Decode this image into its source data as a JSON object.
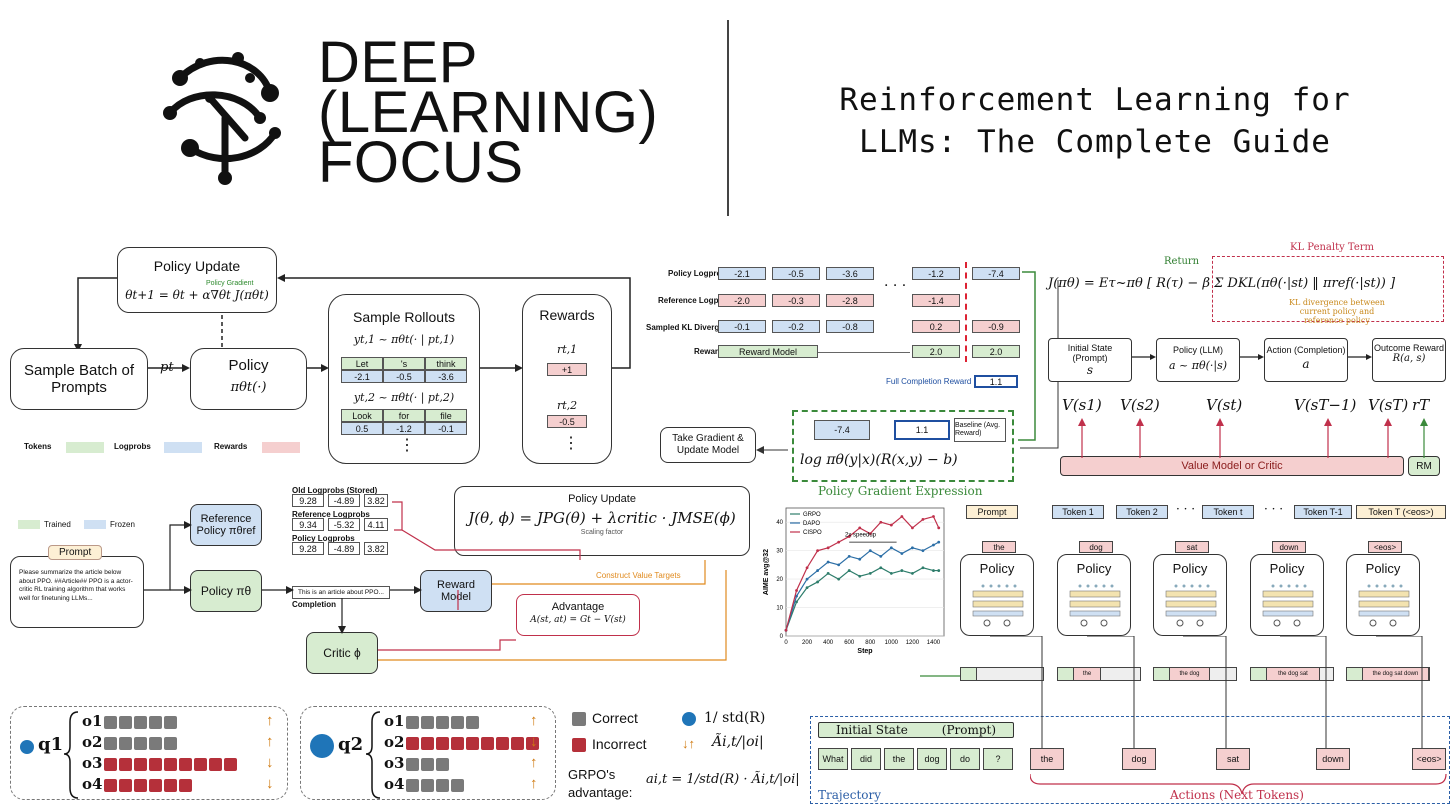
{
  "brand": {
    "line1": "DEEP",
    "line2": "(LEARNING)",
    "line3": "FOCUS"
  },
  "title": {
    "line1": "Reinforcement Learning for",
    "line2": "LLMs: The Complete Guide"
  },
  "rl_loop": {
    "policy_update_title": "Policy Update",
    "policy_gradient_label": "Policy Gradient",
    "policy_update_formula": "θt+1 = θt + α∇θt J(πθt)",
    "sample_batch": "Sample Batch of Prompts",
    "pt": "pt",
    "policy_title": "Policy",
    "policy_formula": "πθt(·)",
    "sample_rollouts": "Sample Rollouts",
    "rollout1_formula": "yt,1 ~ πθt(· | pt,1)",
    "rollout1_tokens": [
      "Let",
      "'s",
      "think"
    ],
    "rollout1_logprobs": [
      "-2.1",
      "-0.5",
      "-3.6"
    ],
    "rollout2_formula": "yt,2 ~ πθt(· | pt,2)",
    "rollout2_tokens": [
      "Look",
      "for",
      "file"
    ],
    "rollout2_logprobs": [
      "0.5",
      "-1.2",
      "-0.1"
    ],
    "rewards_title": "Rewards",
    "r1_label": "rt,1",
    "r1_value": "+1",
    "r2_label": "rt,2",
    "r2_value": "-0.5",
    "legend": {
      "tokens": "Tokens",
      "logprobs": "Logprobs",
      "rewards": "Rewards"
    }
  },
  "kl_table": {
    "rows": [
      "Policy Logprobs",
      "Reference Logprobs",
      "Sampled KL Divergence",
      "Reward"
    ],
    "policy": [
      "-2.1",
      "-0.5",
      "-3.6",
      "-1.2",
      "-7.4"
    ],
    "reference": [
      "-2.0",
      "-0.3",
      "-2.8",
      "-1.4"
    ],
    "kl": [
      "-0.1",
      "-0.2",
      "-0.8",
      "0.2",
      "-0.9"
    ],
    "reward_model": "Reward Model",
    "reward_vals": [
      "2.0",
      "2.0"
    ],
    "full_completion_reward_label": "Full Completion Reward",
    "full_completion_reward": "1.1",
    "take_gradient": "Take Gradient & Update Model",
    "pg_logprob": "-7.4",
    "pg_reward": "1.1",
    "pg_baseline": "Baseline (Avg. Reward)",
    "pg_formula": "log πθ(y|x)(R(x,y) − b)",
    "pg_caption": "Policy Gradient Expression"
  },
  "objective": {
    "formula": "J(πθ) = Eτ~πθ [ R(τ) − β Σ DKL(πθ(·|st) ‖ πref(·|st)) ]",
    "return_label": "Return",
    "kl_title": "KL Penalty Term",
    "kl_note": "KL divergence between current policy and reference policy"
  },
  "mdp": {
    "state": "Initial State (Prompt)",
    "state_sym": "s",
    "policy": "Policy (LLM)",
    "policy_sym": "a ~ πθ(·|s)",
    "action": "Action (Completion)",
    "action_sym": "a",
    "reward": "Outcome Reward",
    "reward_sym": "R(a, s)"
  },
  "ppo": {
    "legend_trained": "Trained",
    "legend_frozen": "Frozen",
    "prompt_label": "Prompt",
    "prompt_text": "Please summarize the article below about PPO. ##Article## PPO is a actor-critic RL training algorithm that works well for finetuning LLMs...",
    "reference_policy": "Reference Policy πθref",
    "policy": "Policy πθ",
    "old_logprobs": "Old Logprobs (Stored)",
    "old_vals": [
      "9.28",
      "-4.89",
      "3.82"
    ],
    "ref_logprobs": "Reference Logprobs",
    "ref_vals": [
      "9.34",
      "-5.32",
      "4.11"
    ],
    "pol_logprobs": "Policy Logprobs",
    "pol_vals": [
      "9.28",
      "-4.89",
      "3.82"
    ],
    "completion_text": "This is an article about PPO...",
    "completion_label": "Completion",
    "reward_model": "Reward Model",
    "critic": "Critic ϕ",
    "advantage_title": "Advantage",
    "advantage_formula": "A(st, at) = Gt − V(st)",
    "update_title": "Policy Update",
    "update_formula": "J(θ, ϕ) = JPG(θ) + λcritic · JMSE(ϕ)",
    "scaling": "Scaling factor",
    "construct": "Construct Value Targets"
  },
  "chart_data": {
    "type": "line",
    "xlabel": "Step",
    "ylabel": "AIME avg@32",
    "xticks": [
      "0",
      "200",
      "400",
      "600",
      "800",
      "1000",
      "1200",
      "1400"
    ],
    "yticks": [
      "0",
      "10",
      "20",
      "30",
      "40"
    ],
    "annotation": "2x speedup",
    "x": [
      0,
      100,
      200,
      300,
      400,
      500,
      600,
      700,
      800,
      900,
      1000,
      1100,
      1200,
      1300,
      1400,
      1450
    ],
    "xlim": [
      0,
      1500
    ],
    "ylim": [
      0,
      45
    ],
    "series": [
      {
        "name": "GRPO",
        "color": "#2e7d6b",
        "values": [
          2,
          12,
          17,
          19,
          22,
          20,
          23,
          21,
          22,
          24,
          22,
          23,
          22,
          24,
          23,
          23
        ]
      },
      {
        "name": "DAPO",
        "color": "#2b6ea6",
        "values": [
          2,
          14,
          20,
          23,
          26,
          25,
          28,
          27,
          30,
          28,
          31,
          29,
          31,
          30,
          32,
          33
        ]
      },
      {
        "name": "CISPO",
        "color": "#c0304b",
        "values": [
          2,
          16,
          24,
          30,
          31,
          33,
          35,
          38,
          36,
          40,
          39,
          42,
          38,
          41,
          42,
          38
        ]
      }
    ]
  },
  "token_diagram": {
    "value_labels": [
      "V(s1)",
      "V(s2)",
      "V(st)",
      "V(sT−1)",
      "V(sT)",
      "rT"
    ],
    "value_model": "Value Model or Critic",
    "rm": "RM",
    "tokens": [
      "Prompt",
      "Token 1",
      "Token 2",
      "Token t",
      "Token T-1",
      "Token T (<eos>)"
    ],
    "policy_label": "Policy",
    "outputs": [
      "the",
      "dog",
      "sat",
      "down",
      "<eos>"
    ],
    "contexts": [
      "the",
      "the dog",
      "the dog sat",
      "the dog sat down"
    ],
    "initial_state": "Initial State",
    "prompt_label": "(Prompt)",
    "prompt_words": [
      "What",
      "did",
      "the",
      "dog",
      "do",
      "?"
    ],
    "actions": [
      "the",
      "dog",
      "sat",
      "down",
      "<eos>"
    ],
    "trajectory": "Trajectory",
    "actions_label": "Actions (Next Tokens)"
  },
  "grpo": {
    "q1": "q1",
    "q2": "q2",
    "outputs": [
      "o1",
      "o2",
      "o3",
      "o4"
    ],
    "correct": "Correct",
    "incorrect": "Incorrect",
    "std_label": "1/ std(R)",
    "scaled_label": "Ãi,t/|oi|",
    "advantage_title": "GRPO's advantage:",
    "advantage_formula": "ai,t = 1/std(R) · Ãi,t/|oi|"
  },
  "colors": {
    "green": "#d7ecd0",
    "blue": "#cfe0f3",
    "red": "#f5cfcf",
    "accent_red": "#c0304b",
    "orange": "#e08a1e"
  }
}
